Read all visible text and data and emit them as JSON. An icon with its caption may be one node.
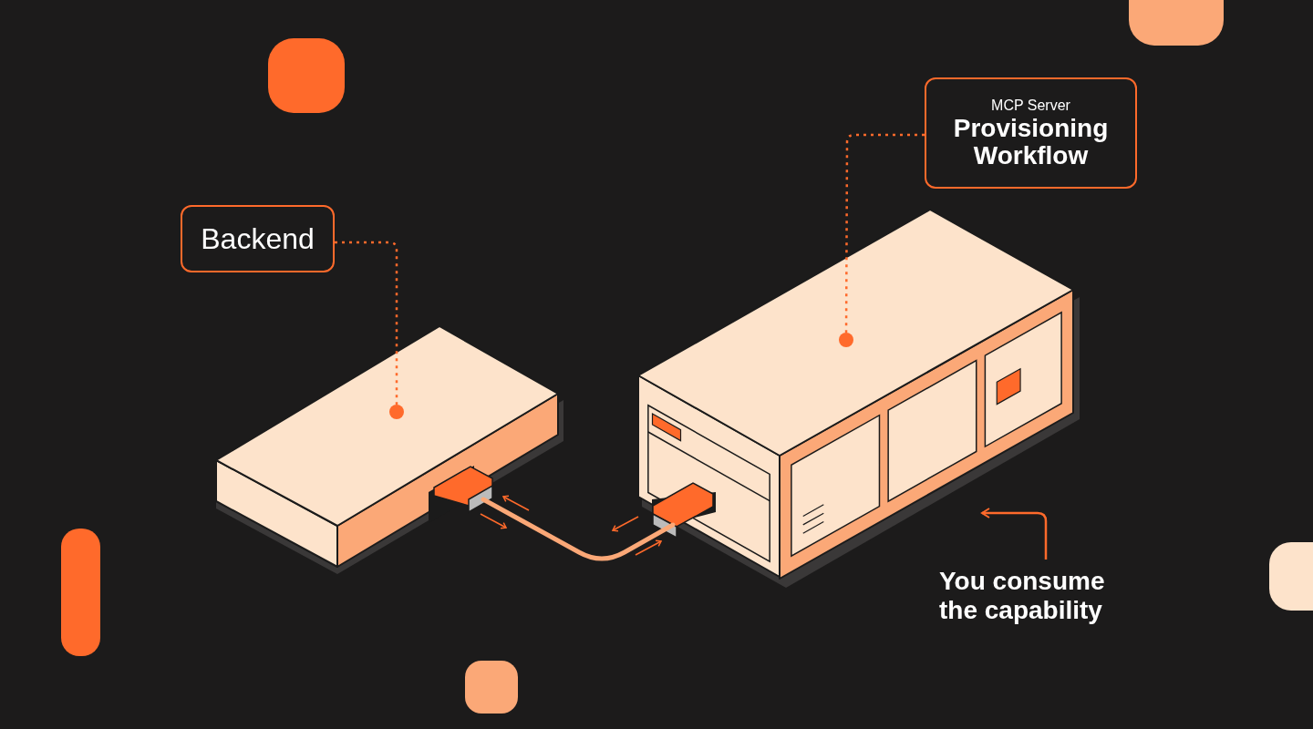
{
  "diagram": {
    "nodes": [
      {
        "text": [
          "Backend"
        ]
      },
      {
        "text": [],
        "shape": "picture"
      },
      {
        "text": [
          "MCP Server",
          "Provisioning Workflow"
        ]
      },
      {
        "text": [],
        "shape": "picture"
      },
      {
        "text": [
          "You consume the capability"
        ]
      }
    ],
    "edges": [
      {
        "from": 0,
        "to": 1,
        "arrow": "other",
        "style": "dashed"
      },
      {
        "from": 2,
        "to": 3,
        "arrow": "other",
        "style": "dashed"
      },
      {
        "from": 1,
        "to": 3,
        "arrow": "none",
        "style": "thick",
        "color": "#fba877"
      },
      {
        "from": 4,
        "to": 3,
        "arrow": "to"
      }
    ]
  }
}
